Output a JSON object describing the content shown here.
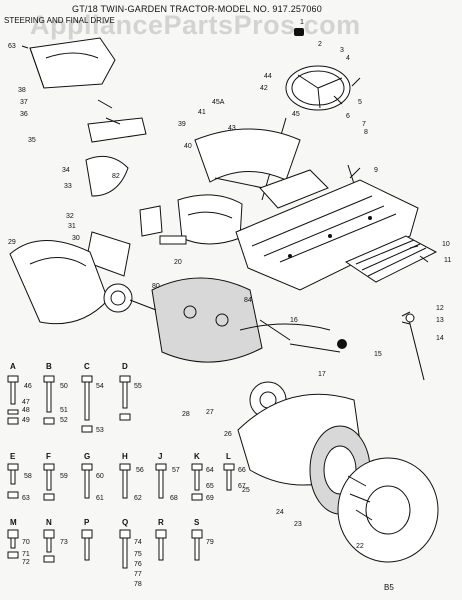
{
  "watermark": "AppliancePartsPros.com",
  "title": "GT/18 TWIN-GARDEN TRACTOR-MODEL NO. 917.257060",
  "subtitle": "STEERING AND FINAL DRIVE",
  "page_code": "B5",
  "callouts": [
    "1",
    "2",
    "3",
    "4",
    "5",
    "6",
    "7",
    "8",
    "9",
    "10",
    "11",
    "12",
    "13",
    "14",
    "15",
    "16",
    "17",
    "20",
    "22",
    "23",
    "24",
    "25",
    "26",
    "27",
    "28",
    "29",
    "30",
    "31",
    "32",
    "33",
    "34",
    "35",
    "36",
    "37",
    "38",
    "39",
    "40",
    "41",
    "42",
    "43",
    "44",
    "45",
    "45A",
    "63",
    "80",
    "82",
    "84"
  ],
  "hardware_groups": [
    "A",
    "B",
    "C",
    "D",
    "E",
    "F",
    "G",
    "H",
    "J",
    "K",
    "L",
    "M",
    "N",
    "P",
    "Q",
    "R",
    "S"
  ],
  "hardware_parts": [
    "46",
    "47",
    "48",
    "49",
    "50",
    "51",
    "52",
    "53",
    "54",
    "55",
    "56",
    "57",
    "58",
    "59",
    "60",
    "61",
    "62",
    "63",
    "64",
    "65",
    "66",
    "67",
    "68",
    "69",
    "70",
    "71",
    "72",
    "73",
    "74",
    "75",
    "76",
    "77",
    "78",
    "79"
  ]
}
